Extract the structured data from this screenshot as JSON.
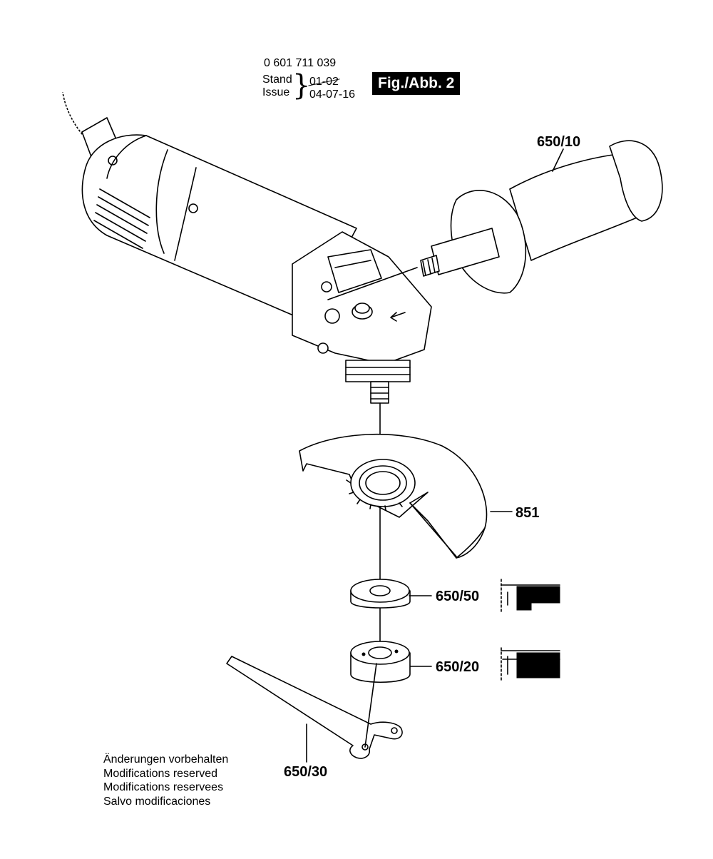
{
  "header": {
    "part_number": "0 601 711 039",
    "stand_label": "Stand",
    "issue_label": "Issue",
    "stand_date": "01-02",
    "issue_date": "04-07-16",
    "figure_label": "Fig./Abb. 2"
  },
  "callouts": {
    "handle": "650/10",
    "guard": "851",
    "inner_flange": "650/50",
    "clamping_nut": "650/20",
    "spanner": "650/30"
  },
  "footer_note": [
    "Änderungen vorbehalten",
    "Modifications reserved",
    "Modifications reservees",
    "Salvo modificaciones"
  ]
}
